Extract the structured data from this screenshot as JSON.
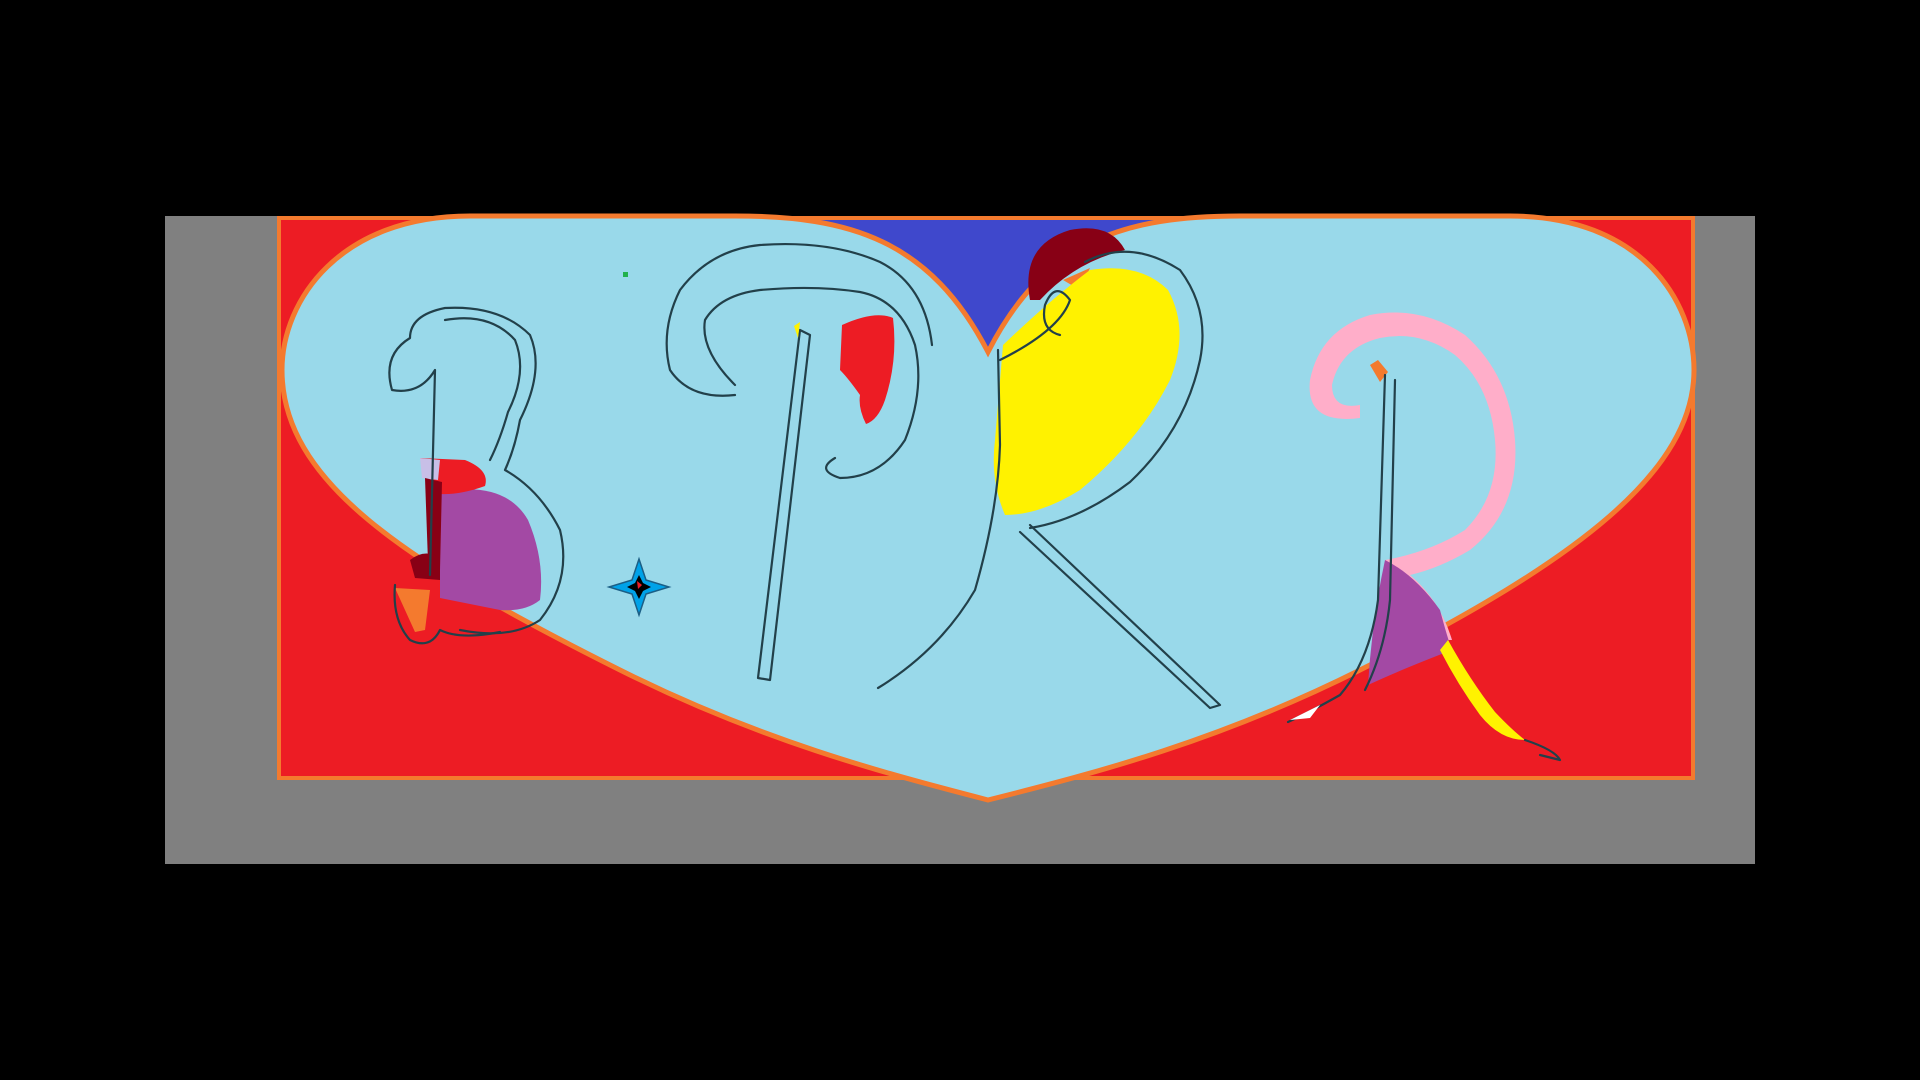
{
  "artwork": {
    "title": "",
    "letters": [
      "B",
      "P",
      "K",
      "R"
    ],
    "colors": {
      "background": "#000000",
      "gray_panel": "#808080",
      "red": "#ed1c24",
      "heart": "#99d9ea",
      "orange_border": "#f47a2e",
      "blue": "#3f48cc",
      "yellow": "#fff200",
      "purple": "#a349a4",
      "dark_red": "#880015",
      "pink": "#ffaec9",
      "lavender": "#c8bfe7",
      "green": "#22b14c",
      "cursor_blue": "#00a2e8",
      "white": "#ffffff"
    },
    "icons": [
      "four-point-star-cursor-icon"
    ]
  }
}
